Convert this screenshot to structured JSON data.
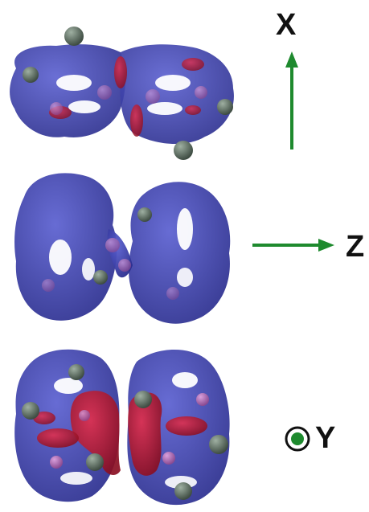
{
  "axes": {
    "x_label": "X",
    "z_label": "Z",
    "y_label": "Y"
  },
  "colors": {
    "isosurface_blue": "#3b3fae",
    "isosurface_blue_dark": "#2b2e8f",
    "isosurface_red": "#b0162e",
    "atom_grey": "#5c6f62",
    "atom_pink": "#b46ab8",
    "axis_green": "#1e8a2e"
  },
  "icons": {
    "x_arrow": "arrow-up-icon",
    "z_arrow": "arrow-right-icon",
    "y_marker": "out-of-plane-dot-icon"
  }
}
